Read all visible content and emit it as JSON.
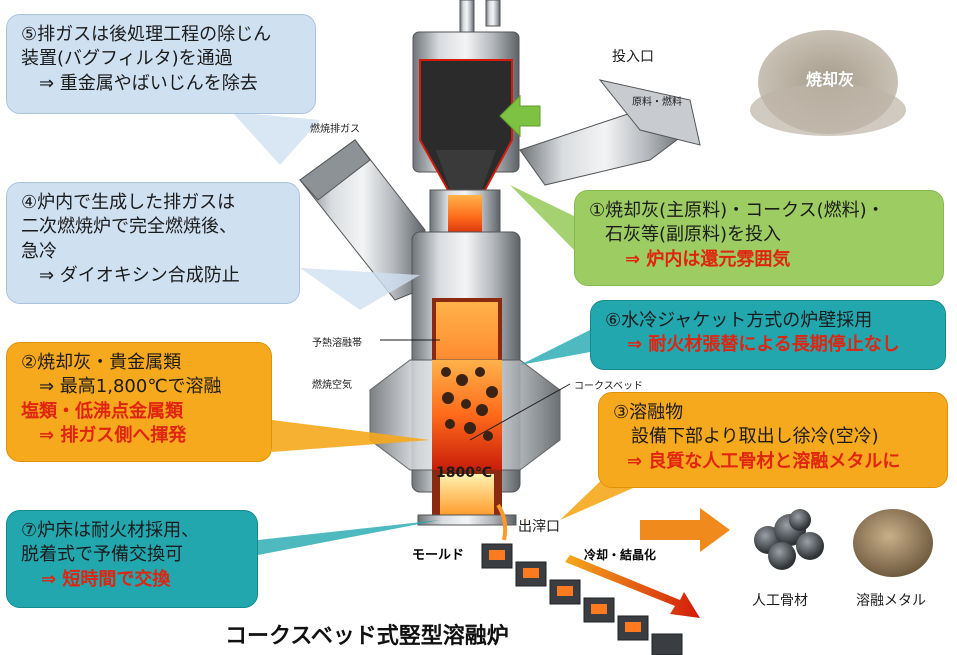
{
  "callouts": {
    "c5": {
      "lines": [
        "⑤排ガスは後処理工程の除じん",
        "装置(バグフィルタ)を通過",
        "　⇒ 重金属やばいじんを除去"
      ]
    },
    "c4": {
      "lines": [
        "④炉内で生成した排ガスは",
        "二次燃焼炉で完全燃焼後、",
        "急冷",
        "　⇒ ダイオキシン合成防止"
      ]
    },
    "c1": {
      "lines": [
        "①焼却灰(主原料)・コークス(燃料)・",
        "石灰等(副原料)を投入"
      ],
      "highlight": "⇒ 炉内は還元雰囲気"
    },
    "c6": {
      "line": "⑥水冷ジャケット方式の炉壁採用",
      "highlight": "⇒ 耐火材張替による長期停止なし"
    },
    "c2": {
      "lines": [
        "②焼却灰・貴金属類",
        "　⇒ 最高1,800℃で溶融"
      ],
      "highlight1": "塩類・低沸点金属類",
      "highlight2": "　⇒ 排ガス側へ揮発"
    },
    "c3": {
      "lines": [
        "③溶融物",
        "　設備下部より取出し徐冷(空冷)"
      ],
      "highlight": "⇒ 良質な人工骨材と溶融メタルに"
    },
    "c7": {
      "lines": [
        "⑦炉床は耐火材採用、",
        "脱着式で予備交換可"
      ],
      "highlight": "⇒ 短時間で交換"
    }
  },
  "labels": {
    "input_port": "投入口",
    "raw_fuel": "原料・燃料",
    "ash": "焼却灰",
    "flue_gas": "燃焼排ガス",
    "preheat_zone": "予熱溶融帯",
    "combustion_air": "燃焼空気",
    "coke_bed": "コークスベッド",
    "temperature": "1800℃",
    "slag_outlet": "出滓口",
    "mold": "モールド",
    "cooling": "冷却・結晶化",
    "aggregate": "人工骨材",
    "molten_metal": "溶融メタル",
    "title": "コークスベッド式竪型溶融炉"
  },
  "colors": {
    "blue_box": "#cfe0f1",
    "green_box": "#9ccc62",
    "teal_box": "#22a7ae",
    "orange_box": "#f6a91c",
    "highlight_red": "#e02410"
  }
}
